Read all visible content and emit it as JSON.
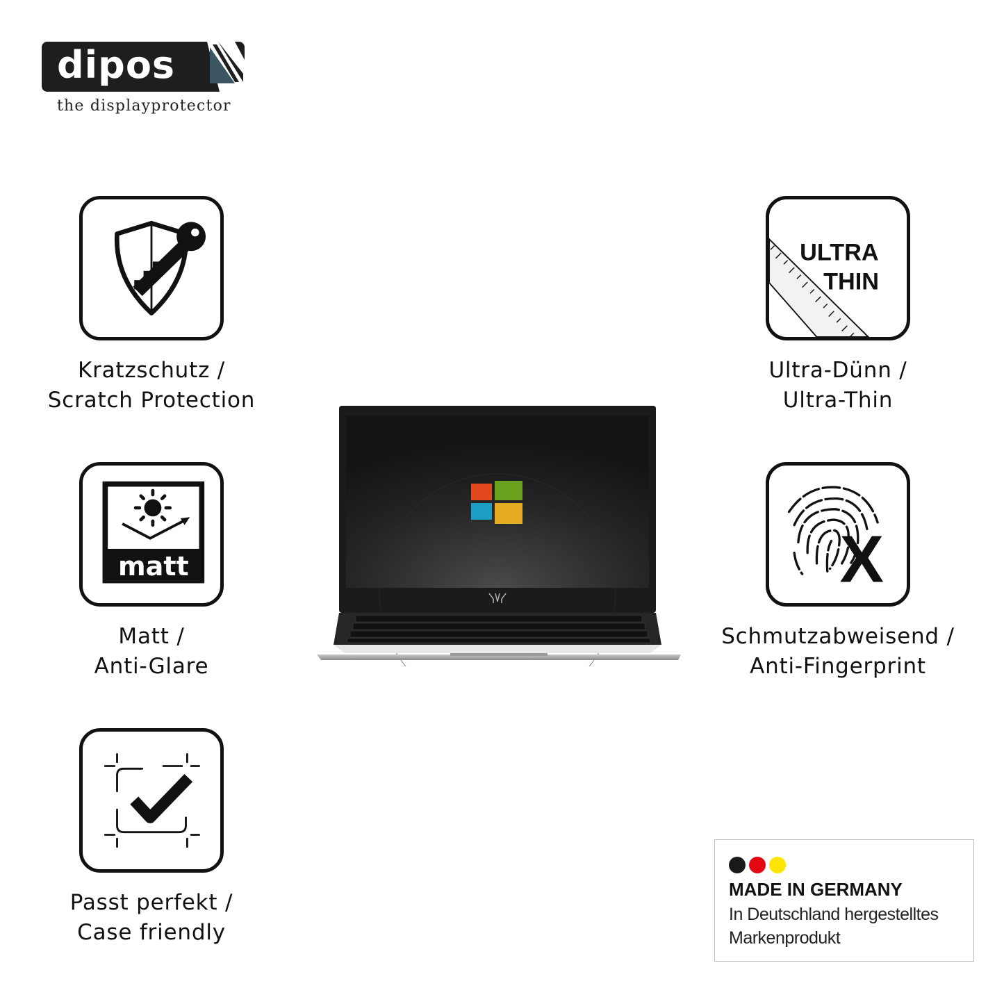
{
  "brand": {
    "name": "dipos",
    "tagline": "the displayprotector"
  },
  "features": [
    {
      "icon": "shield-key-icon",
      "line1": "Kratzschutz /",
      "line2": "Scratch Protection"
    },
    {
      "icon": "ultra-thin-icon",
      "icon_text1": "ULTRA",
      "icon_text2": "THIN",
      "line1": "Ultra-Dünn /",
      "line2": "Ultra-Thin"
    },
    {
      "icon": "matt-sun-icon",
      "icon_text": "matt",
      "line1": "Matt /",
      "line2": "Anti-Glare"
    },
    {
      "icon": "fingerprint-x-icon",
      "icon_text": "X",
      "line1": "Schmutzabweisend /",
      "line2": "Anti-Fingerprint"
    },
    {
      "icon": "frame-check-icon",
      "line1": "Passt perfekt /",
      "line2": "Case friendly"
    }
  ],
  "badge": {
    "title": "MADE IN GERMANY",
    "sub1": "In Deutschland hergestelltes",
    "sub2": "Markenprodukt",
    "flag_colors": [
      "#1a1a1a",
      "#e30613",
      "#ffe500"
    ]
  },
  "colors": {
    "windows_red": "#e2491d",
    "windows_green": "#6aa21e",
    "windows_blue": "#1b9dc4",
    "windows_yellow": "#e3aa22"
  }
}
